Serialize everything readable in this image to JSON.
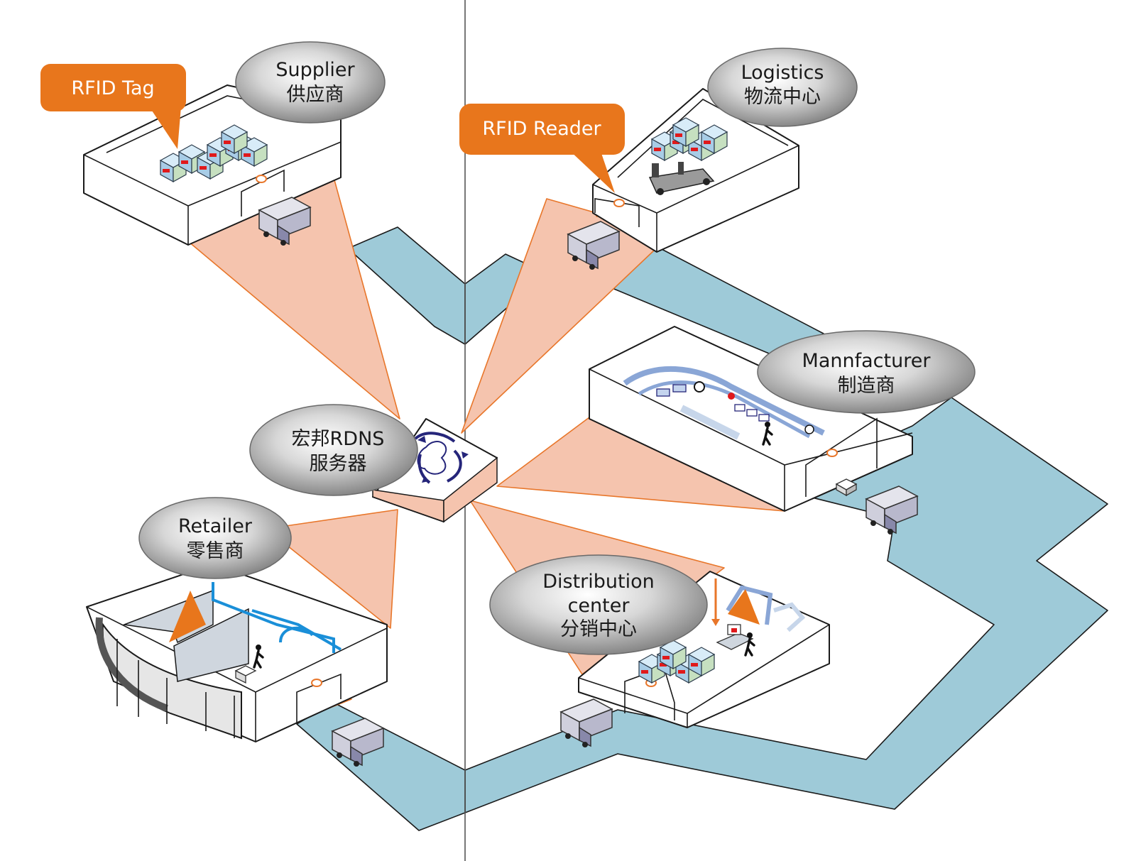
{
  "callouts": {
    "rfid_tag": "RFID Tag",
    "rfid_reader": "RFID Reader"
  },
  "nodes": {
    "supplier": {
      "en": "Supplier",
      "zh": "供应商"
    },
    "logistics": {
      "en": "Logistics",
      "zh": "物流中心"
    },
    "manufacturer": {
      "en": "Mannfacturer",
      "zh": "制造商"
    },
    "server": {
      "line1": "宏邦RDNS",
      "line2": "服务器"
    },
    "retailer": {
      "en": "Retailer",
      "zh": "零售商"
    },
    "distribution": {
      "line1": "Distribution",
      "line2": "center",
      "zh": "分销中心"
    }
  },
  "colors": {
    "callout_fill": "#e8761c",
    "beam_fill": "#f5c4ae",
    "beam_stroke": "#e8762a",
    "road_fill": "#9ecad8",
    "box_fill": "#bcdcee",
    "tag_red": "#e0191b",
    "server_icon": "#25257a"
  },
  "icons": [
    "truck-icon",
    "box-stack-icon",
    "forklift-icon",
    "person-icon",
    "server-logo-icon",
    "rfid-reader-icon"
  ]
}
